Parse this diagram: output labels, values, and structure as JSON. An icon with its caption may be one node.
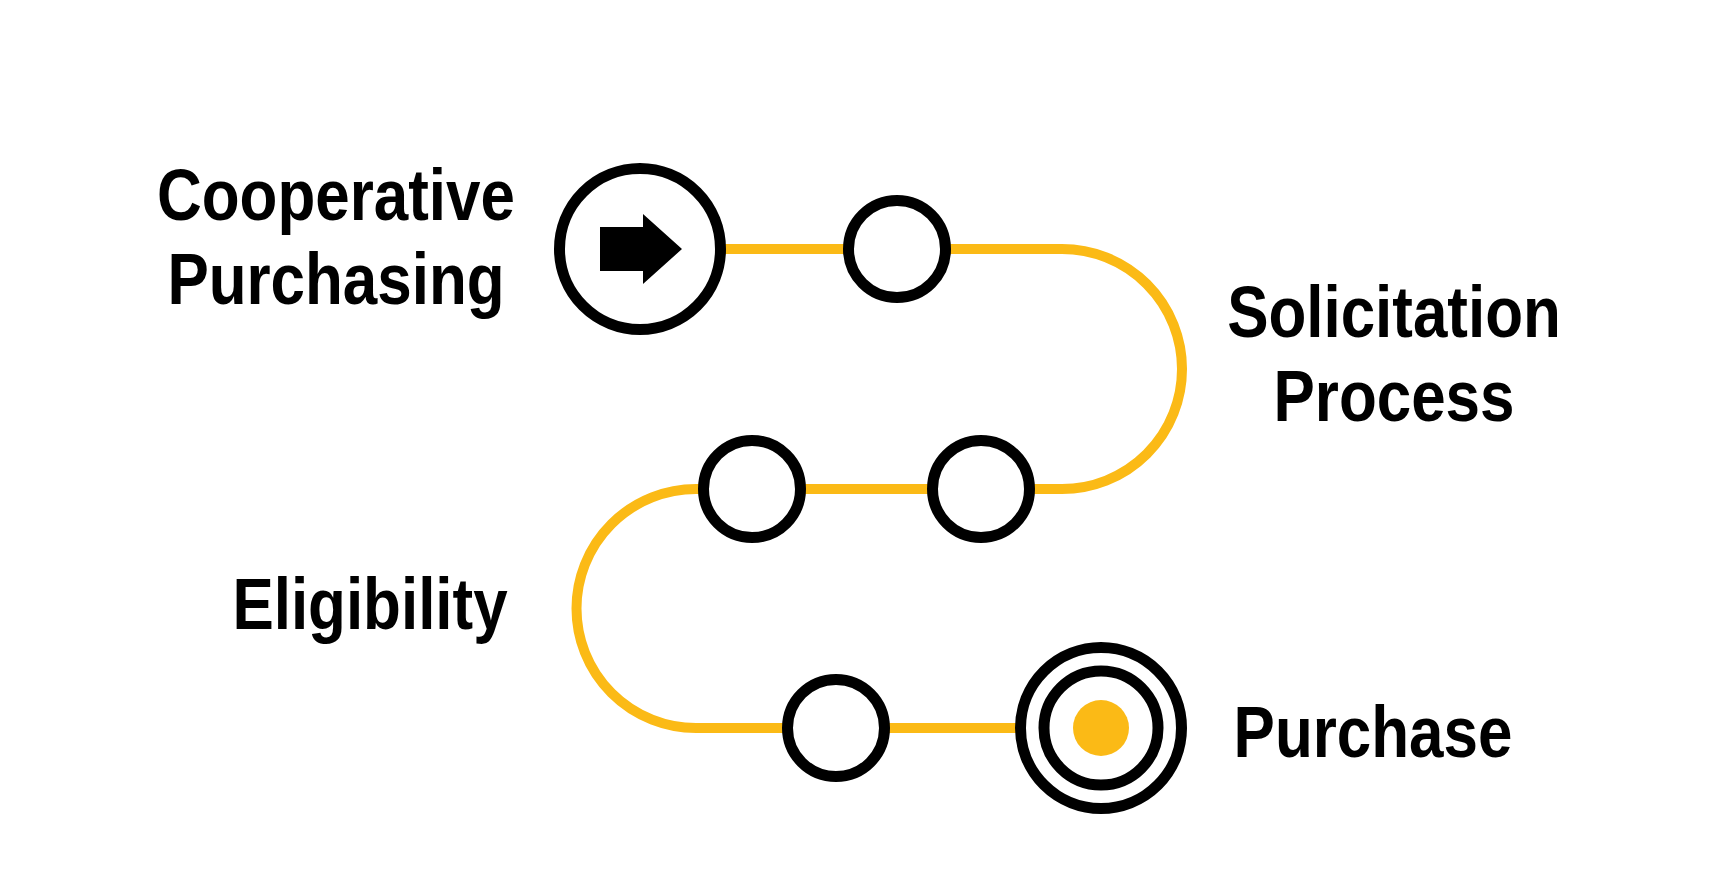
{
  "diagram": {
    "nodes": [
      {
        "text": [],
        "shape": "circle",
        "beside": [
          "Cooperative Purchasing"
        ]
      },
      {
        "text": [],
        "shape": "circle"
      },
      {
        "text": [],
        "shape": "circle"
      },
      {
        "text": [],
        "shape": "circle"
      },
      {
        "text": [],
        "shape": "circle"
      },
      {
        "text": [],
        "shape": "circle",
        "beside": [
          "Purchase"
        ]
      }
    ],
    "edges": [
      {
        "from": 0,
        "to": 1,
        "arrow": "none"
      },
      {
        "from": 1,
        "to": 2,
        "arrow": "none"
      },
      {
        "from": 2,
        "to": 3,
        "arrow": "none"
      },
      {
        "from": 3,
        "to": 4,
        "arrow": "none"
      },
      {
        "from": 4,
        "to": 5,
        "arrow": "none"
      }
    ],
    "labels": [
      "Solicitation Process",
      "Eligibility"
    ]
  }
}
